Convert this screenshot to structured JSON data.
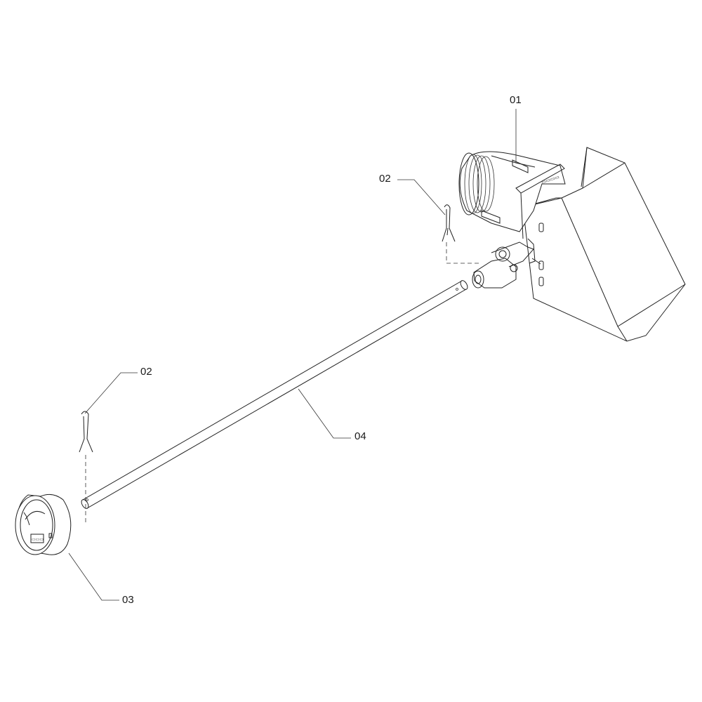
{
  "diagram": {
    "callouts": [
      {
        "id": "01",
        "text": "01"
      },
      {
        "id": "02a",
        "text": "02"
      },
      {
        "id": "02b",
        "text": "02"
      },
      {
        "id": "04",
        "text": "04"
      },
      {
        "id": "03",
        "text": "03"
      }
    ],
    "gauge_face_text": "▭▭▭"
  }
}
